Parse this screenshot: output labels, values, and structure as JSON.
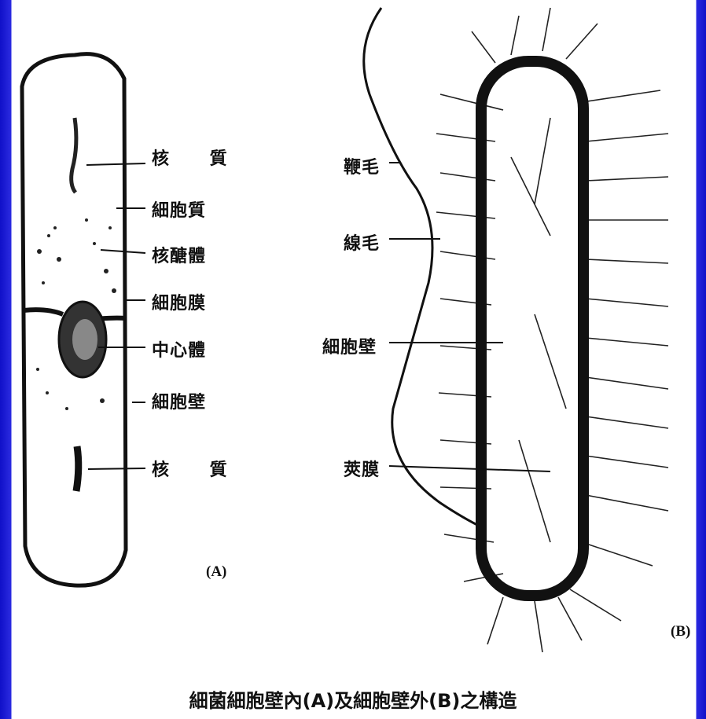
{
  "panel_a": {
    "tag": "(A)",
    "labels": [
      "核 質",
      "細胞質",
      "核醣體",
      "細胞膜",
      "中心體",
      "細胞壁",
      "核 質"
    ]
  },
  "panel_b": {
    "tag": "(B)",
    "labels": [
      "鞭毛",
      "線毛",
      "細胞壁",
      "莢膜"
    ]
  },
  "caption": "細菌細胞壁內(A)及細胞壁外(B)之構造",
  "colors": {
    "background": "#1a1ad0",
    "paper": "#ffffff",
    "ink": "#111111"
  }
}
